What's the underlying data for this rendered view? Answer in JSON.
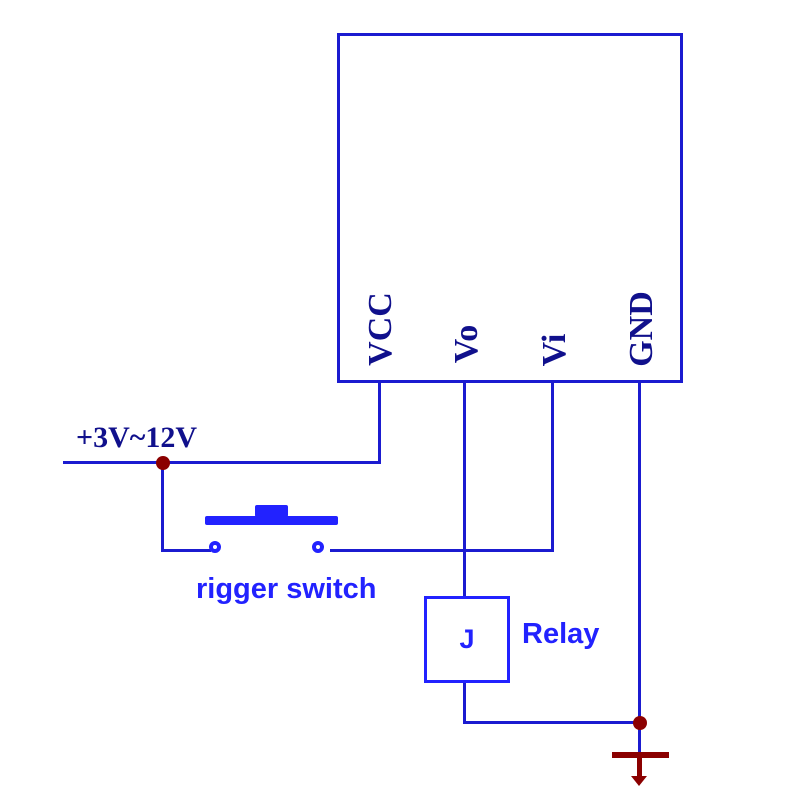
{
  "diagram": {
    "module": {
      "pins": [
        {
          "id": "vcc",
          "label": "VCC"
        },
        {
          "id": "vo",
          "label": "Vo"
        },
        {
          "id": "vi",
          "label": "Vi"
        },
        {
          "id": "gnd",
          "label": "GND"
        }
      ]
    },
    "power_label": "+3V~12V",
    "switch_label": "rigger switch",
    "relay": {
      "box_label": "J",
      "label": "Relay"
    }
  },
  "colors": {
    "wire": "#1b1bd0",
    "accent": "#2222ff",
    "label": "#10108c",
    "node": "#8b0000",
    "bg": "#ffffff"
  }
}
